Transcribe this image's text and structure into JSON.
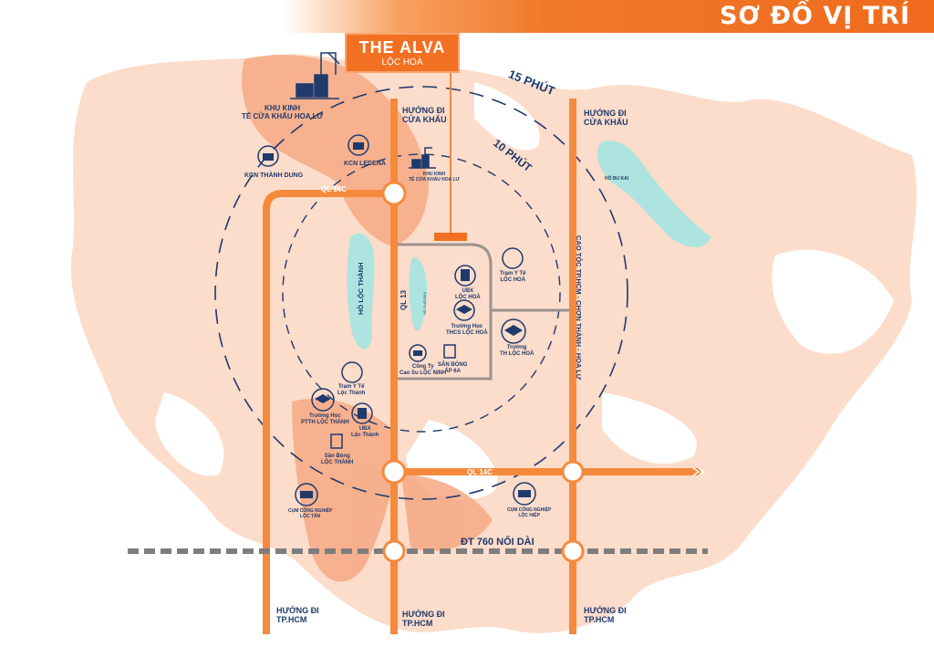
{
  "header": {
    "title": "SƠ ĐỒ VỊ TRÍ"
  },
  "brand": {
    "name": "THE ALVA",
    "sub": "LỘC HOÀ"
  },
  "rings": {
    "outer": "15 PHÚT",
    "inner": "10 PHÚT"
  },
  "roads": {
    "ql14c_top": "QL 14C",
    "ql14c_mid": "QL 14C",
    "ql13": "QL 13",
    "dt760": "ĐT 760 NỐI DÀI",
    "expressway": "CAO TỐC TP.HCM - CHƠN THÀNH - HOA LƯ"
  },
  "directions": {
    "top_center": "HƯỚNG ĐI\nCỬA KHẨU",
    "top_right": "HƯỚNG ĐI\nCỬA KHẨU",
    "bottom_left": "HƯỚNG ĐI\nTP.HCM",
    "bottom_center": "HƯỚNG ĐI\nTP.HCM",
    "bottom_right": "HƯỚNG ĐI\nTP.HCM"
  },
  "places": {
    "khu_kinh_te": "KHU KINH\nTẾ CỬA KHẨU HOA LƯ",
    "kcn_thanh_dung": "KCN THÀNH DUNG",
    "kcn_ledena": "KCN LEDENA",
    "khu_kinh_te_small": "KHU KINH\nTẾ CỬA KHẨU HOA LƯ",
    "ho_loc_thanh": "HỒ LỘC THÀNH",
    "ho_small": "HỒ SUỐI ĐUI",
    "ho_bu_kai": "HỒ BU KAI",
    "ubx_loc_hoa": "UBX\nLỘC HOÀ",
    "tram_y_te_loc_hoa": "Trạm Y Tế\nLỘC HOÀ",
    "truong_thcs": "Trường Học\nTHCS LỘC HOÀ",
    "truong_th": "Trường\nTH LỘC HOÀ",
    "cong_ty": "Công Ty\nCao Su LỘC NINH",
    "san_bong_ap6a": "SÂN BÓNG\nẤP 6A",
    "tram_y_te_loc_thanh": "Trạm Y Tế\nLộc Thành",
    "truong_ptth": "Trường Học\nPTTH LỘC THÀNH",
    "ubx_loc_thanh": "UBX\nLộc Thành",
    "san_bong_loc_thanh": "Sân Bóng\nLỘC THÀNH",
    "cum_cn_loc_tan": "CỤM CÔNG NGHIỆP\nLỘC TẤN",
    "cum_cn_loc_hiep": "CỤM CÔNG NGHIỆP\nLỘC HIỆP"
  },
  "colors": {
    "orange": "#f27022",
    "road_orange": "#f58a3c",
    "navy": "#1f3a6d",
    "land": "#fbd6c2",
    "water": "#a8e3df",
    "gray_road": "#9d9390"
  }
}
